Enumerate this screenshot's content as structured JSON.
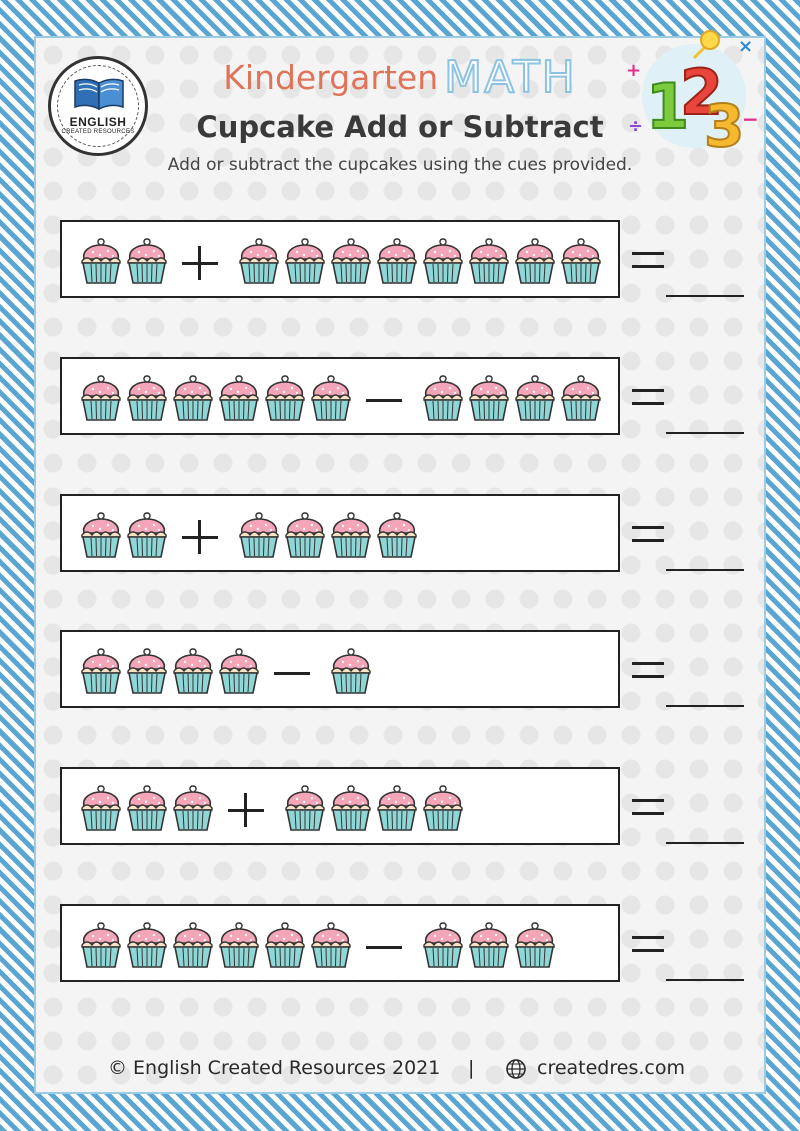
{
  "header": {
    "title_part1": "Kindergarten",
    "title_part2": "MATH",
    "subtitle": "Cupcake Add or Subtract",
    "instructions": "Add or subtract the cupcakes using the cues provided."
  },
  "logo": {
    "line1": "ENGLISH",
    "line2": "CREATED RESOURCES"
  },
  "decoration": {
    "digits": [
      "1",
      "2",
      "3"
    ],
    "symbols": [
      "+",
      "×",
      "÷",
      "−"
    ]
  },
  "problems": [
    {
      "left_count": 2,
      "operator": "+",
      "right_count": 8
    },
    {
      "left_count": 6,
      "operator": "−",
      "right_count": 4
    },
    {
      "left_count": 2,
      "operator": "+",
      "right_count": 4
    },
    {
      "left_count": 4,
      "operator": "−",
      "right_count": 1
    },
    {
      "left_count": 3,
      "operator": "+",
      "right_count": 4
    },
    {
      "left_count": 6,
      "operator": "−",
      "right_count": 3
    }
  ],
  "equals_symbol": "=",
  "footer": {
    "copyright": "© English Created Resources 2021",
    "separator": "|",
    "website": "createdres.com"
  },
  "colors": {
    "border": "#5aa5d2",
    "frosting": "#f4a6b8",
    "cup": "#8fd6d6",
    "kindergarten": "#e0745a",
    "math_outline": "#8cc3e4"
  }
}
